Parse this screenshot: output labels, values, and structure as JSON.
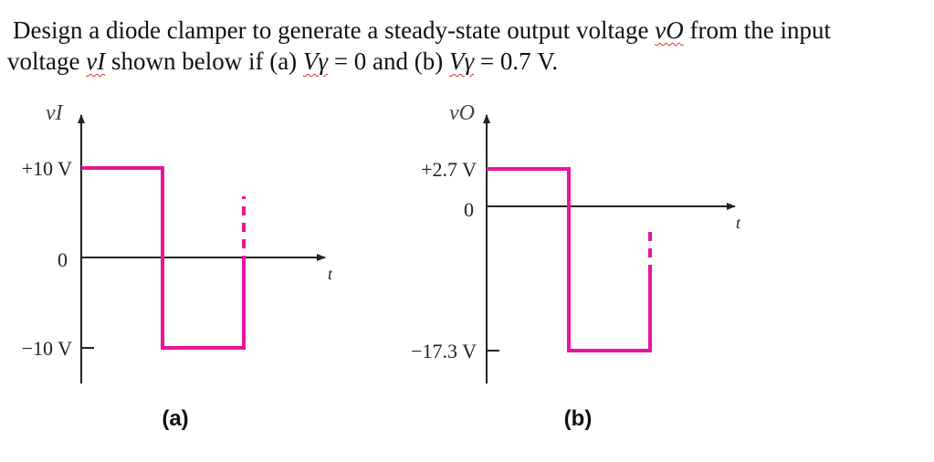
{
  "problem": {
    "line1": "Design a diode clamper to generate a steady-state output voltage ",
    "vo_var": "vO",
    "line1_end": " from the input",
    "line2_start": "voltage ",
    "vi_var": "vI",
    "line2_mid": " shown below if (a) ",
    "va_var_a": "Vγ",
    "cond_a": " = 0 and (b) ",
    "va_var_b": "Vγ",
    "cond_b": " = 0.7 V."
  },
  "graph_a": {
    "y_axis_name": "vI",
    "x_axis_name": "t",
    "labels": {
      "high": "+10 V",
      "zero": "0",
      "low": "−10 V"
    },
    "caption": "(a)",
    "levels": [
      10,
      -10
    ]
  },
  "graph_b": {
    "y_axis_name": "vO",
    "x_axis_name": "t",
    "labels": {
      "high": "+2.7 V",
      "zero": "0",
      "low": "−17.3 V"
    },
    "caption": "(b)",
    "levels": [
      2.7,
      -17.3
    ]
  },
  "colors": {
    "waveform": "#e8159a",
    "axis": "#222222"
  }
}
